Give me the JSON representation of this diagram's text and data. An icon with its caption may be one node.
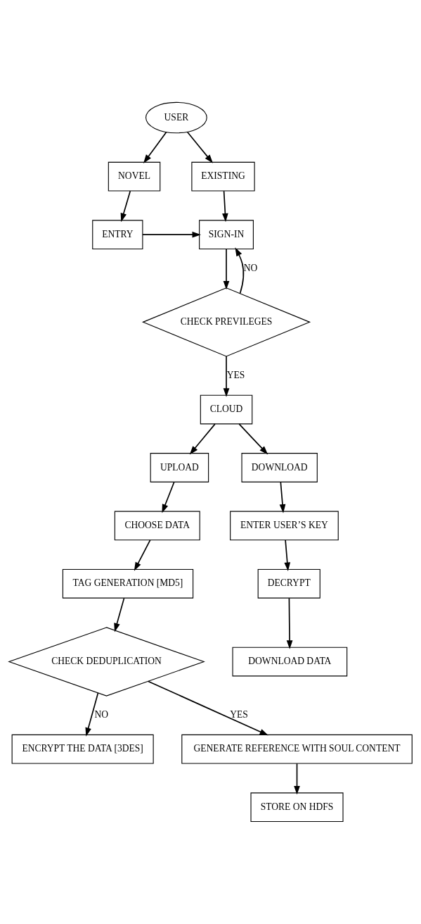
{
  "diagram": {
    "nodes": [
      {
        "text": [
          "USER"
        ]
      },
      {
        "text": [
          "NOVEL"
        ]
      },
      {
        "text": [
          "EXISTING"
        ]
      },
      {
        "text": [
          "ENTRY"
        ]
      },
      {
        "text": [
          "SIGN-IN"
        ]
      },
      {
        "text": [
          "CHECK PREVILEGES"
        ]
      },
      {
        "text": [
          "CLOUD"
        ]
      },
      {
        "text": [
          "UPLOAD"
        ]
      },
      {
        "text": [
          "DOWNLOAD"
        ]
      },
      {
        "text": [
          "CHOOSE DATA"
        ]
      },
      {
        "text": [
          "ENTER USER’S KEY"
        ]
      },
      {
        "text": [
          "TAG GENERATION [MD5]"
        ]
      },
      {
        "text": [
          "DECRYPT"
        ]
      },
      {
        "text": [
          "DOWNLOAD DATA"
        ]
      },
      {
        "text": [
          "CHECK DEDUPLICATION"
        ]
      },
      {
        "text": [
          "ENCRYPT THE DATA [3DES]"
        ]
      },
      {
        "text": [
          "GENERATE REFERENCE WITH SOUL CONTENT"
        ]
      },
      {
        "text": [
          "STORE ON HDFS"
        ]
      }
    ],
    "edges": [
      {
        "from": 0,
        "to": 1,
        "arrow": "to"
      },
      {
        "from": 0,
        "to": 2,
        "arrow": "to"
      },
      {
        "from": 1,
        "to": 3,
        "arrow": "to"
      },
      {
        "from": 2,
        "to": 4,
        "arrow": "to"
      },
      {
        "from": 3,
        "to": 4,
        "arrow": "to"
      },
      {
        "from": 4,
        "to": 5,
        "arrow": "to"
      },
      {
        "from": 5,
        "to": 4,
        "arrow": "to",
        "label": "NO"
      },
      {
        "from": 5,
        "to": 6,
        "arrow": "to",
        "label": "YES"
      },
      {
        "from": 6,
        "to": 7,
        "arrow": "to"
      },
      {
        "from": 6,
        "to": 8,
        "arrow": "to"
      },
      {
        "from": 7,
        "to": 9,
        "arrow": "to"
      },
      {
        "from": 9,
        "to": 11,
        "arrow": "to"
      },
      {
        "from": 11,
        "to": 14,
        "arrow": "to"
      },
      {
        "from": 8,
        "to": 10,
        "arrow": "to"
      },
      {
        "from": 10,
        "to": 12,
        "arrow": "to"
      },
      {
        "from": 12,
        "to": 13,
        "arrow": "to"
      },
      {
        "from": 14,
        "to": 15,
        "arrow": "to",
        "label": "NO"
      },
      {
        "from": 14,
        "to": 16,
        "arrow": "to",
        "label": "YES"
      },
      {
        "from": 16,
        "to": 17,
        "arrow": "to"
      }
    ]
  }
}
